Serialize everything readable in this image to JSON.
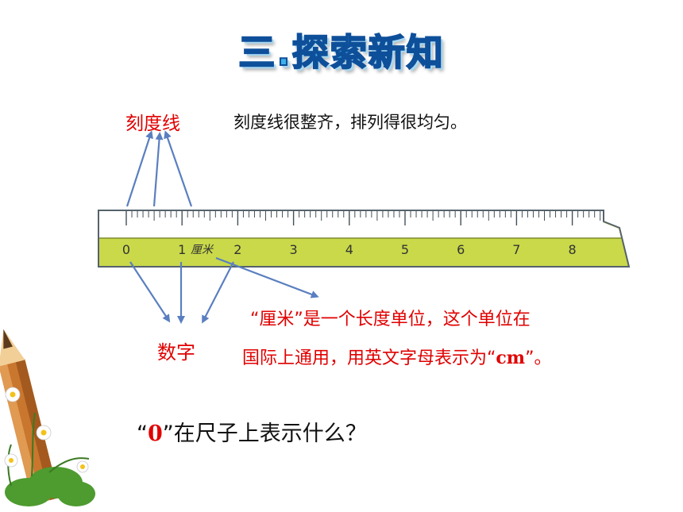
{
  "title": "三.探索新知",
  "tick_lines": {
    "label": "刻度线",
    "description": "刻度线很整齐，排列得很均匀。"
  },
  "ruler": {
    "numbers": [
      "0",
      "1",
      "2",
      "3",
      "4",
      "5",
      "6",
      "7",
      "8"
    ],
    "unit_label": "厘米",
    "colors": {
      "top": "#ffffff",
      "body": "#c9d94a",
      "border": "#55626b"
    }
  },
  "numbers_label": "数字",
  "centimeter_note": {
    "line1": "“厘米”是一个长度单位，这个单位在",
    "line2_prefix": "国际上通用，用英文字母表示为“",
    "line2_unit": "cm",
    "line2_suffix": "”。"
  },
  "question": {
    "open_quote": "“",
    "zero": "0",
    "rest": "”在尺子上表示什么？"
  },
  "colors": {
    "title_fill": "#3fb0e8",
    "title_outline": "#0e4f9a",
    "red_text": "#e00000",
    "arrow": "#5a7fc0"
  },
  "decoration": {
    "icon": "pencil-with-daisies-icon"
  }
}
